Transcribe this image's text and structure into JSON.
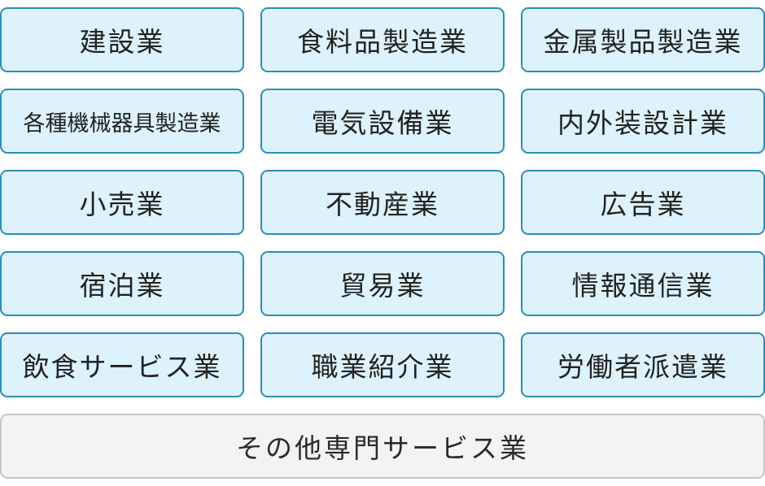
{
  "categories": [
    "建設業",
    "食料品製造業",
    "金属製品製造業",
    "各種機械器具製造業",
    "電気設備業",
    "内外装設計業",
    "小売業",
    "不動産業",
    "広告業",
    "宿泊業",
    "貿易業",
    "情報通信業",
    "飲食サービス業",
    "職業紹介業",
    "労働者派遣業"
  ],
  "other": "その他専門サービス業",
  "colors": {
    "tile_border": "#2a8fb5",
    "tile_background": "#ddf2fb",
    "other_border": "#c6c6c6",
    "other_background": "#f3f3f3"
  }
}
